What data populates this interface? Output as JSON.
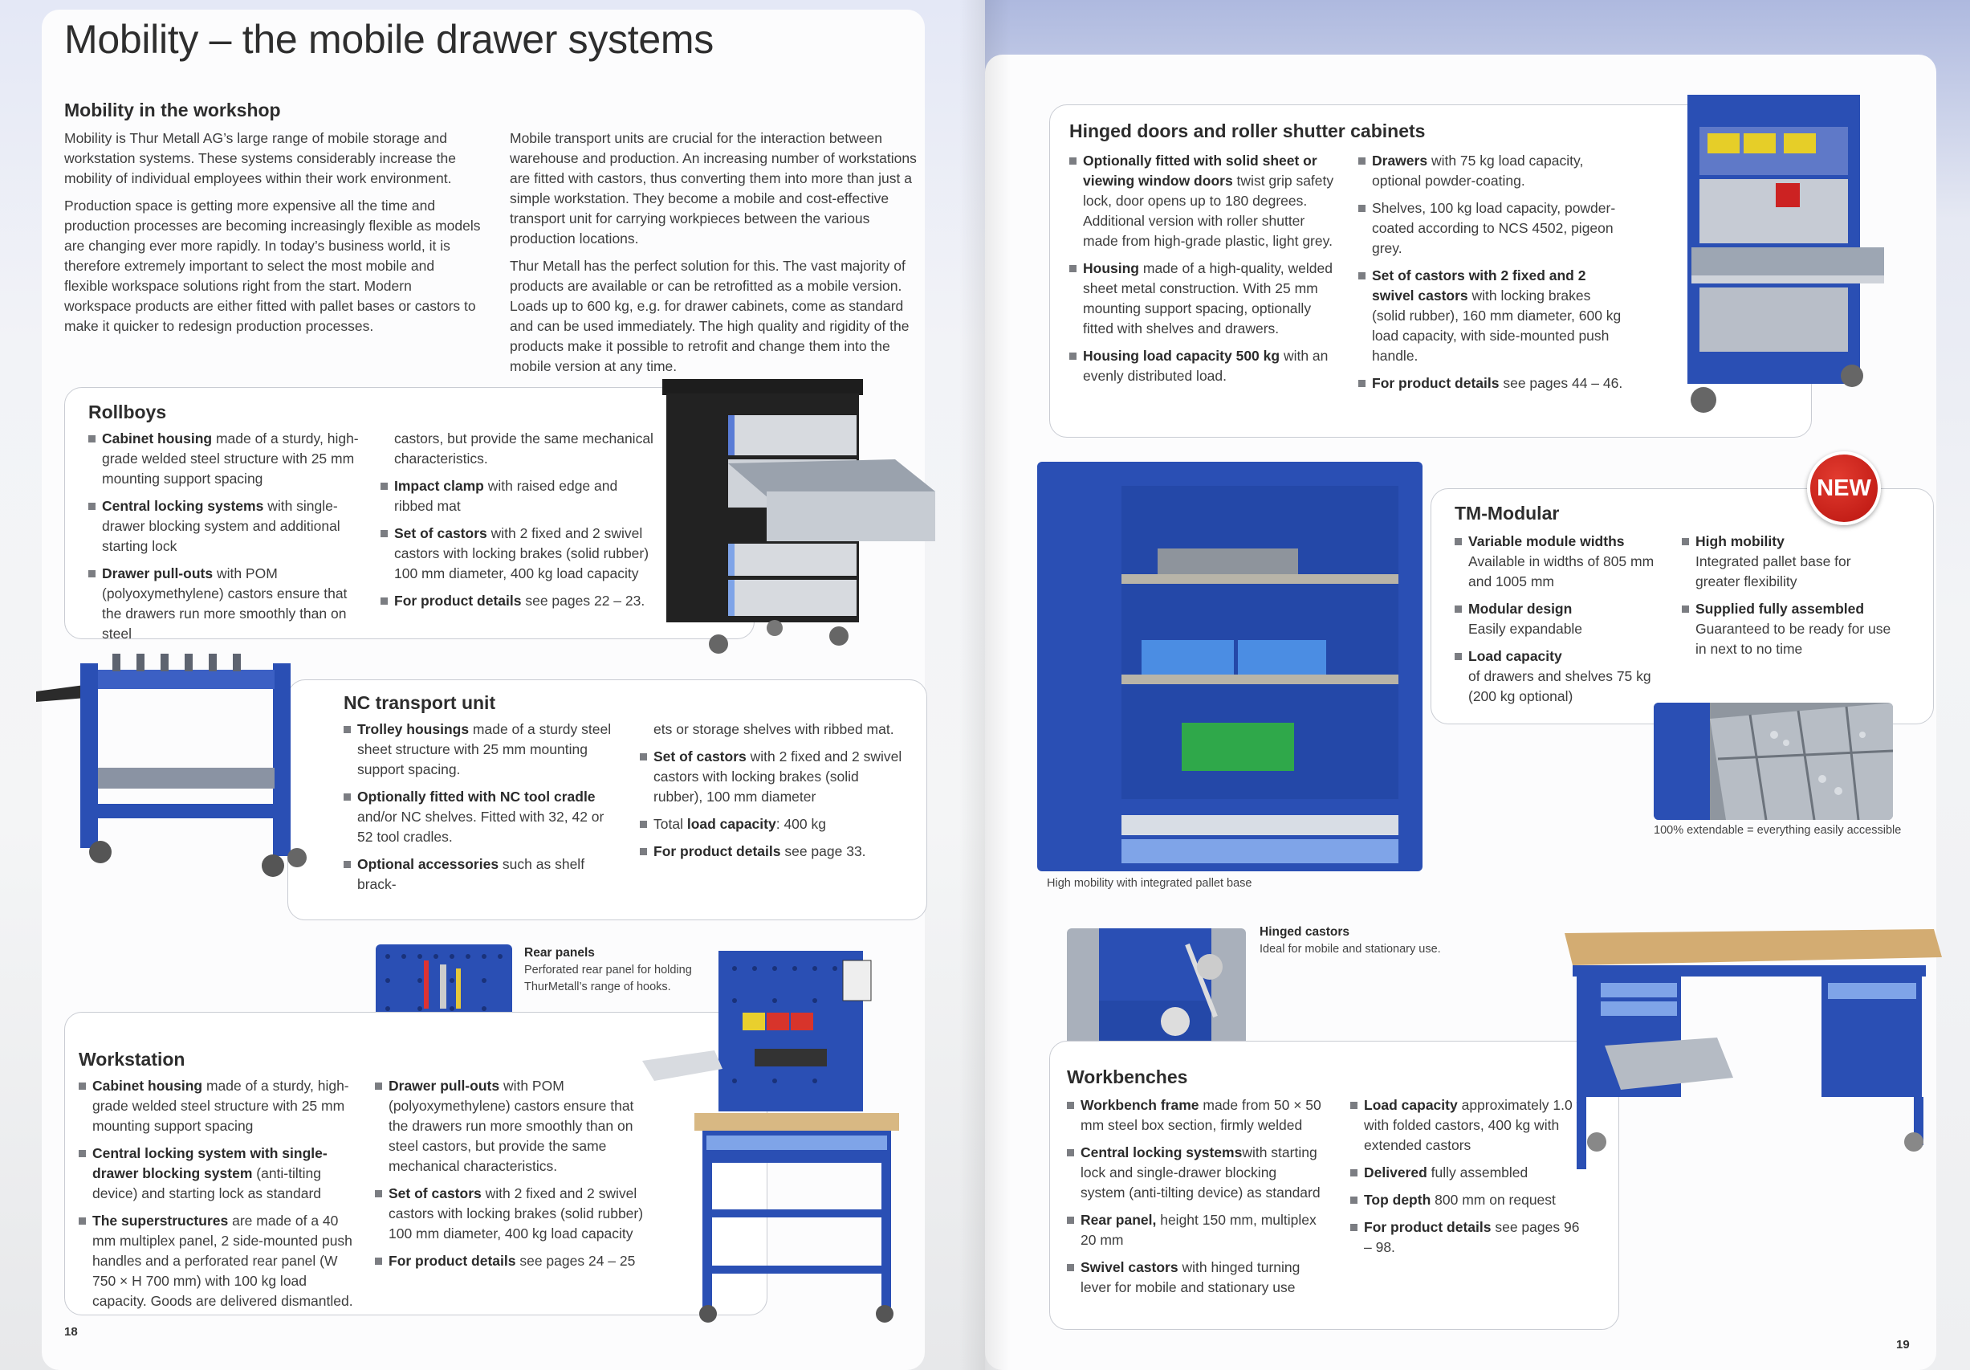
{
  "left": {
    "title": "Mobility – the mobile drawer systems",
    "intro": {
      "heading": "Mobility in the workshop",
      "col1_p1": "Mobility is Thur Metall AG’s large range of mobile storage and workstation systems. These systems considerably increase the mobility of individual employees within their work environment.",
      "col1_p2": "Production space is getting more expensive all the time and production processes are becoming increasingly flexible as models are changing ever more rapidly. In today’s business world, it is therefore extremely important to select the most mobile and flexible workspace solutions right from the start. Modern workspace products are either fitted with pallet bases or castors to make it quicker to redesign production processes.",
      "col2_p1": "Mobile transport units are crucial for the interaction between warehouse and production. An increasing number of workstations are fitted with castors, thus converting them into more than just a simple workstation. They become a mobile and cost-effective transport unit for carrying workpieces between the various production locations.",
      "col2_p2": "Thur Metall has the perfect solution for this. The vast majority of products are available or can be retrofitted as a mobile version. Loads up to 600 kg, e.g. for drawer cabinets, come as standard and can be used immediately. The high quality and rigidity of the products make it possible to retrofit and change them into the mobile version at any time."
    },
    "rollboys": {
      "heading": "Rollboys",
      "b1_bold": "Cabinet housing",
      "b1_text": " made of a sturdy, high-grade welded steel structure with 25 mm mounting support spacing",
      "b2_bold": "Central locking systems",
      "b2_text": " with single-drawer blocking system and additional starting lock",
      "b3_bold": "Drawer pull-outs",
      "b3_text": " with POM (polyoxymethylene) castors ensure that the drawers run more smoothly than on steel",
      "b3_cont": "castors, but provide the same mechanical characteristics.",
      "b4_bold": "Impact clamp",
      "b4_text": " with raised edge and ribbed mat",
      "b5_bold": "Set of castors",
      "b5_text": " with 2 fixed and 2 swivel castors with locking brakes (solid rubber) 100 mm diameter, 400 kg load capacity",
      "b6_bold": "For product details",
      "b6_text": " see pages 22 – 23."
    },
    "nc": {
      "heading": "NC transport unit",
      "b1_bold": "Trolley housings",
      "b1_text": " made of a sturdy steel sheet structure with 25 mm mounting support spacing.",
      "b2_bold": "Optionally fitted with NC tool cradle",
      "b2_text": " and/or NC shelves. Fitted with 32, 42 or 52 tool cradles.",
      "b3_bold": "Optional accessories",
      "b3_text": " such as shelf brack-",
      "b3_cont": "ets or storage shelves with ribbed mat.",
      "b4_bold": "Set of castors",
      "b4_text": " with 2 fixed and 2 swivel castors with locking brakes (solid rubber), 100 mm diameter",
      "b5_pre": "Total ",
      "b5_bold": "load capacity",
      "b5_text": ": 400 kg",
      "b6_bold": "For product details",
      "b6_text": " see page 33."
    },
    "rear_panels": {
      "title": "Rear panels",
      "text": "Perforated rear panel for holding ThurMetall’s range of hooks."
    },
    "workstation": {
      "heading": "Workstation",
      "b1_bold": "Cabinet housing",
      "b1_text": " made of a sturdy, high-grade welded steel structure with 25 mm mounting support spacing",
      "b2_bold": "Central locking system with single-drawer blocking system",
      "b2_text": " (anti-tilting device) and starting lock as standard",
      "b3_bold": "The superstructures",
      "b3_text": " are made of a 40 mm multiplex panel, 2 side-mounted push handles and a perforated rear panel (W 750 × H 700 mm) with 100 kg load capacity. Goods are delivered dismantled.",
      "b4_bold": "Drawer pull-outs",
      "b4_text": " with POM (polyoxymethylene) castors ensure that the drawers run more smoothly than on steel castors, but provide the same mechanical characteristics.",
      "b5_bold": "Set of castors",
      "b5_text": " with 2 fixed and 2 swivel castors with locking brakes (solid rubber) 100 mm diameter, 400 kg load capacity",
      "b6_bold": "For product details",
      "b6_text": " see pages 24 – 25"
    },
    "page_number": "18"
  },
  "right": {
    "hinged": {
      "heading": "Hinged doors and roller shutter cabinets",
      "b1_bold": "Optionally fitted with solid sheet or viewing window doors",
      "b1_text": " twist grip safety lock, door opens up to 180 degrees. Additional version with roller shutter made from high-grade plastic, light grey.",
      "b2_bold": "Housing",
      "b2_text": " made of a high-quality, welded sheet metal construction. With 25 mm mounting support spacing, optionally fitted with shelves and drawers.",
      "b3_bold": "Housing load capacity 500 kg",
      "b3_text": " with an evenly distributed load.",
      "b4_bold": "Drawers",
      "b4_text": " with 75 kg load capacity, optional powder-coating.",
      "b5_text": "Shelves, 100 kg load capacity, powder-coated according to NCS 4502, pigeon grey.",
      "b6_bold": "Set of castors with 2 fixed and 2 swivel castors",
      "b6_text": " with locking brakes (solid rubber), 160 mm diameter, 600 kg load capacity, with side-mounted push handle.",
      "b7_bold": "For product details",
      "b7_text": " see pages 44 – 46."
    },
    "modular": {
      "badge": "NEW",
      "heading": "TM-Modular",
      "b1_bold": "Variable module widths",
      "b1_text": "Available in widths of 805 mm and 1005 mm",
      "b2_bold": "Modular design",
      "b2_text": "Easily expandable",
      "b3_bold": "Load capacity",
      "b3_text": "of drawers and shelves 75 kg (200 kg optional)",
      "b4_bold": "High mobility",
      "b4_text": "Integrated pallet base for greater flexibility",
      "b5_bold": "Supplied fully assembled",
      "b5_text": "Guaranteed to be ready for use in next to no time"
    },
    "caption_extendable": "100% extendable = everything easily accessible",
    "caption_pallet": "High mobility with integrated pallet base",
    "hinged_castors": {
      "title": "Hinged castors",
      "text": "Ideal for mobile and stationary use."
    },
    "workbenches": {
      "heading": "Workbenches",
      "b1_bold": "Workbench frame",
      "b1_text": " made from 50 × 50 mm steel box section, firmly welded",
      "b2_bold": "Central locking systems",
      "b2_text": "with starting lock and single-drawer blocking system (anti-tilting device) as standard",
      "b3_bold": "Rear panel,",
      "b3_text": " height 150 mm, multiplex 20 mm",
      "b4_bold": "Swivel castors",
      "b4_text": " with hinged turning lever for mobile and stationary use",
      "b5_bold": "Load capacity",
      "b5_text": " approximately 1.0 t with folded castors, 400 kg with extended castors",
      "b6_bold": "Delivered",
      "b6_text": " fully assembled",
      "b7_bold": "Top depth",
      "b7_text": " 800 mm on request",
      "b8_bold": "For product details",
      "b8_text": " see pages 96 – 98."
    },
    "page_number": "19"
  },
  "colors": {
    "product_blue": "#2a4fb4",
    "badge_red": "#c8161d",
    "box_border": "#c9ccd3"
  }
}
